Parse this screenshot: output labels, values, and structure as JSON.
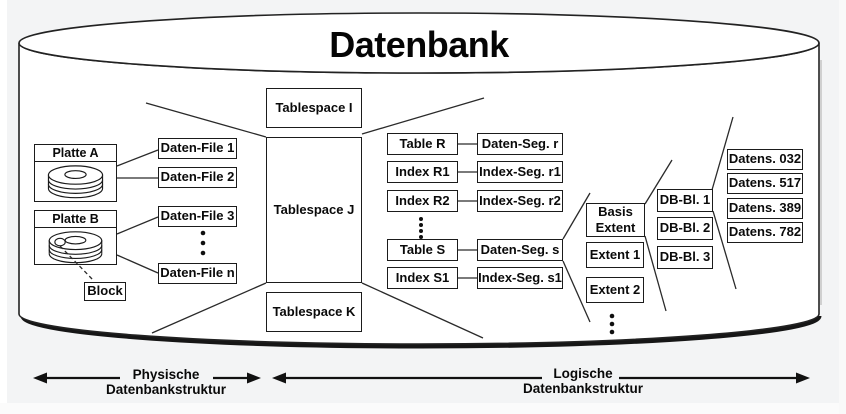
{
  "title": "Datenbank",
  "colors": {
    "background": "#f3f4f5",
    "surface": "#ffffff",
    "line": "#1b1b1b"
  },
  "physical": {
    "disk_a": {
      "label": "Platte A"
    },
    "disk_b": {
      "label": "Platte B"
    },
    "block": {
      "label": "Block"
    },
    "files": [
      {
        "label": "Daten-File 1"
      },
      {
        "label": "Daten-File 2"
      },
      {
        "label": "Daten-File 3"
      },
      {
        "label": "Daten-File n"
      }
    ]
  },
  "tablespaces": [
    {
      "label": "Tablespace I"
    },
    {
      "label": "Tablespace J"
    },
    {
      "label": "Tablespace K"
    }
  ],
  "schema_objects": [
    {
      "object": "Table R",
      "segment": "Daten-Seg. r"
    },
    {
      "object": "Index R1",
      "segment": "Index-Seg. r1"
    },
    {
      "object": "Index R2",
      "segment": "Index-Seg. r2"
    },
    {
      "object": "Table S",
      "segment": "Daten-Seg. s"
    },
    {
      "object": "Index S1",
      "segment": "Index-Seg. s1"
    }
  ],
  "extents": [
    {
      "label": "Basis Extent"
    },
    {
      "label": "Extent 1"
    },
    {
      "label": "Extent 2"
    }
  ],
  "db_blocks": [
    {
      "label": "DB-Bl. 1"
    },
    {
      "label": "DB-Bl. 2"
    },
    {
      "label": "DB-Bl. 3"
    }
  ],
  "records": [
    {
      "label": "Datens. 032"
    },
    {
      "label": "Datens. 517"
    },
    {
      "label": "Datens. 389"
    },
    {
      "label": "Datens. 782"
    }
  ],
  "legend": {
    "physical_line1": "Physische",
    "physical_line2": "Datenbankstruktur",
    "logical_line1": "Logische",
    "logical_line2": "Datenbankstruktur"
  }
}
